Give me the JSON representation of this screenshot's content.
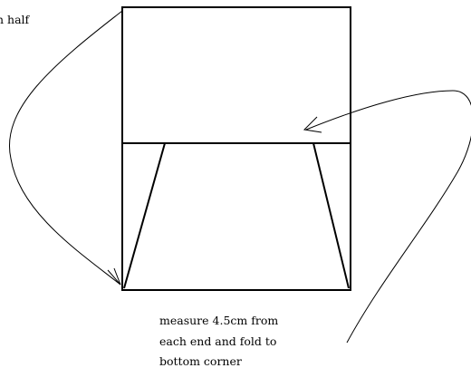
{
  "labels": {
    "fold_label": "n half",
    "instruction": [
      "measure 4.5cm from",
      "each end and fold to",
      "bottom corner"
    ]
  },
  "colors": {
    "ink": "#000000",
    "background": "#ffffff"
  }
}
